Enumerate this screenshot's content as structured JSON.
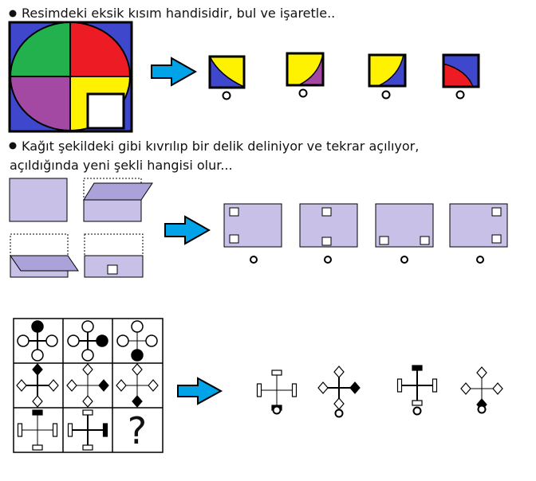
{
  "question1": {
    "text": "Resimdeki eksik kısım handisidir, bul ve işaretle..",
    "options_count": 4
  },
  "question2": {
    "line1": "Kağıt şekildeki gibi kıvrılıp bir delik deliniyor ve tekrar açılıyor,",
    "line2": "açıldığında yeni şekli hangisi olur...",
    "options_count": 4
  },
  "question3": {
    "missing_mark": "?",
    "options_count": 4
  },
  "colors": {
    "blue": "#3f48cc",
    "green": "#22b14c",
    "red": "#ed1c24",
    "purple": "#a349a4",
    "yellow": "#fff200",
    "arrow": "#00a2e8",
    "paper": "#c8c0e6",
    "paper_fold": "#aaa2d9"
  }
}
